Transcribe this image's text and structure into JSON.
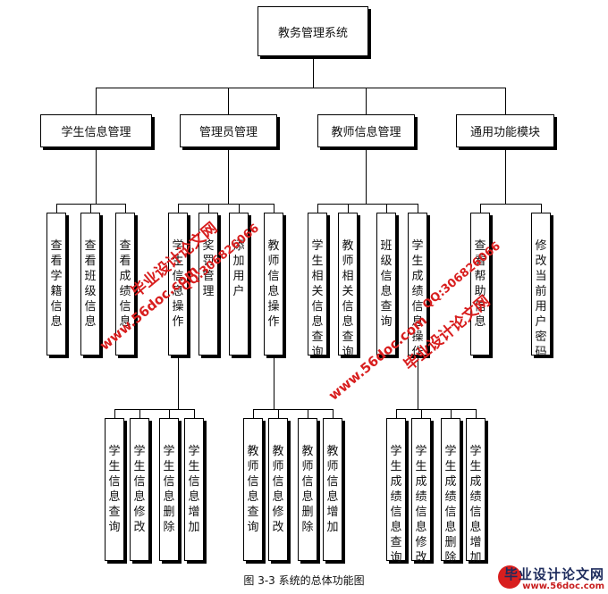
{
  "diagram": {
    "root": "教务管理系统",
    "modules": [
      {
        "label": "学生信息管理",
        "children": [
          {
            "label": "查看学籍信息"
          },
          {
            "label": "查看班级信息"
          },
          {
            "label": "查看成绩信息"
          }
        ]
      },
      {
        "label": "管理员管理",
        "children": [
          {
            "label": "学生信息操作",
            "children": [
              "学生信息查询",
              "学生信息修改",
              "学生信息删除",
              "学生信息增加"
            ]
          },
          {
            "label": "奖罚管理"
          },
          {
            "label": "添加用户"
          },
          {
            "label": "教师信息操作",
            "children": [
              "教师信息查询",
              "教师信息修改",
              "教师信息删除",
              "教师信息增加"
            ]
          }
        ]
      },
      {
        "label": "教师信息管理",
        "children": [
          {
            "label": "学生相关信息查询"
          },
          {
            "label": "教师相关信息查询"
          },
          {
            "label": "班级信息查询"
          },
          {
            "label": "学生成绩信息操作",
            "children": [
              "学生成绩信息查询",
              "学生成绩信息修改",
              "学生成绩信息删除",
              "学生成绩信息增加"
            ]
          }
        ]
      },
      {
        "label": "通用功能模块",
        "children": [
          {
            "label": "查看帮助信息"
          },
          {
            "label": "修改当前用户密码"
          }
        ]
      }
    ]
  },
  "caption": "图 3-3  系统的总体功能图",
  "watermarks": {
    "cn": "毕业设计论文网",
    "site": "www.56doc.com",
    "qq": "QQ:306826066"
  },
  "logo": {
    "title": "毕业设计论文网",
    "url": "www.56doc.com"
  }
}
